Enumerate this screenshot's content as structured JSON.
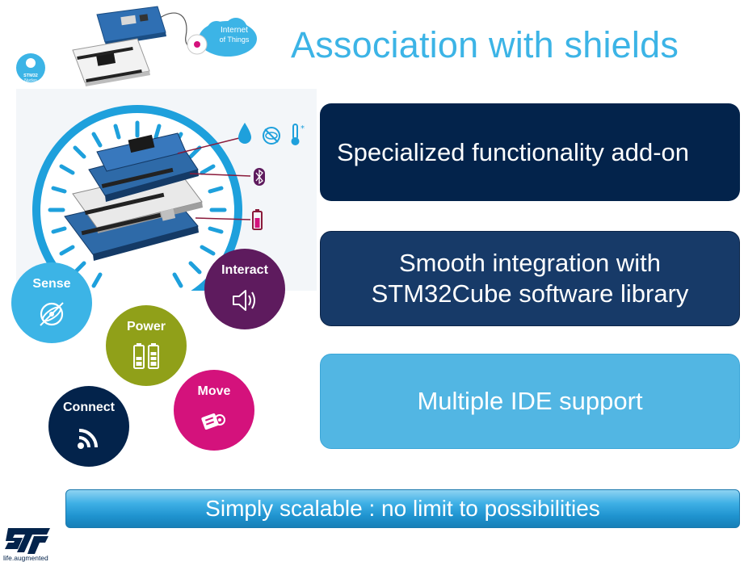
{
  "slide": {
    "title": "Association with shields",
    "features": [
      {
        "label": "Specialized functionality add-on"
      },
      {
        "label_line1": "Smooth integration with",
        "label_line2": "STM32Cube software library"
      },
      {
        "label": "Multiple IDE support"
      }
    ],
    "banner": "Simply scalable : no limit to possibilities"
  },
  "categories": {
    "sense": {
      "label": "Sense",
      "icon": "gyroscope-icon"
    },
    "power": {
      "label": "Power",
      "icon": "battery-icon"
    },
    "interact": {
      "label": "Interact",
      "icon": "speaker-icon"
    },
    "move": {
      "label": "Move",
      "icon": "motor-icon"
    },
    "connect": {
      "label": "Connect",
      "icon": "wireless-icon"
    }
  },
  "header": {
    "badge_nucleo_line1": "STM32",
    "badge_nucleo_line2": "Nucleo",
    "badge_iot_line1": "Internet",
    "badge_iot_line2": "of Things"
  },
  "sensor_icons": [
    "water-drop-icon",
    "no-eye-icon",
    "thermometer-icon",
    "bluetooth-icon",
    "battery-icon"
  ],
  "logo": {
    "brand": "ST",
    "tagline": "life.augmented"
  },
  "colors": {
    "title": "#3cb4e6",
    "dark_navy": "#03234b",
    "mid_navy": "#173a68",
    "light_blue": "#52b6e3",
    "sense": "#3cb4e6",
    "power": "#90a019",
    "interact": "#5e1b5e",
    "move": "#d4127c",
    "connect": "#03234b"
  }
}
